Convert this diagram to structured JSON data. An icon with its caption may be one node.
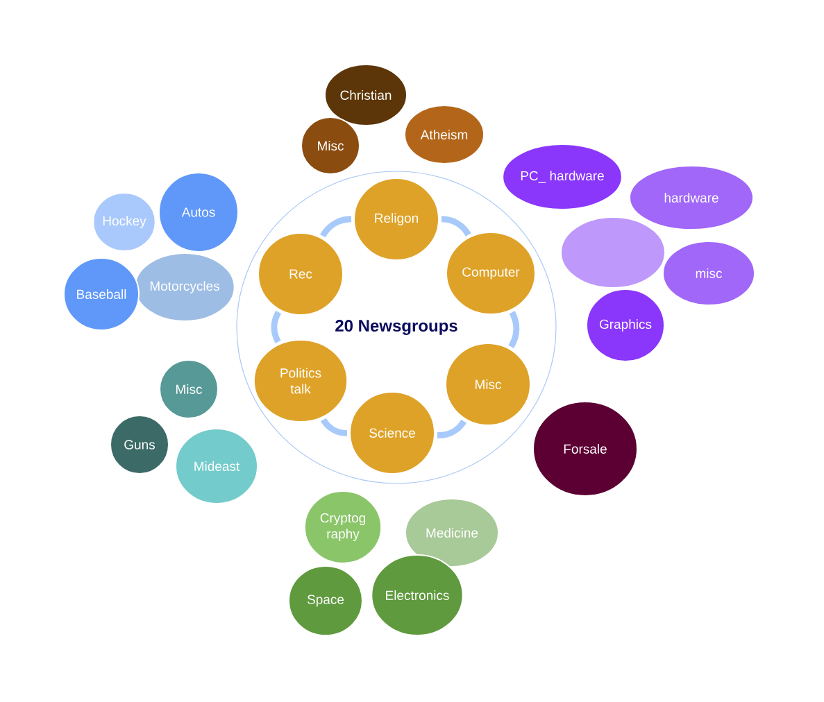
{
  "diagram": {
    "nodes": [
      {
        "text": [
          "20 Newsgroups"
        ]
      },
      {
        "text": [
          "Religon"
        ],
        "in": 0
      },
      {
        "text": [
          "Rec"
        ],
        "in": 0
      },
      {
        "text": [
          "Computer"
        ],
        "in": 0
      },
      {
        "text": [
          "Politics talk"
        ],
        "in": 0
      },
      {
        "text": [
          "Misc"
        ],
        "in": 0
      },
      {
        "text": [
          "Science"
        ],
        "in": 0
      },
      {
        "text": [
          "Christian"
        ]
      },
      {
        "text": [
          "Atheism"
        ]
      },
      {
        "text": [
          "Misc"
        ]
      },
      {
        "text": [
          "PC_ hardware"
        ]
      },
      {
        "text": [
          "hardware"
        ]
      },
      {
        "text": [
          "Autos"
        ]
      },
      {
        "text": [
          "Hockey"
        ]
      },
      {
        "text": [],
        "shape": "circle"
      },
      {
        "text": [
          "Motorcycles"
        ]
      },
      {
        "text": [
          "misc"
        ]
      },
      {
        "text": [
          "Baseball"
        ]
      },
      {
        "text": [
          "Graphics"
        ]
      },
      {
        "text": [
          "Misc"
        ]
      },
      {
        "text": [
          "Guns"
        ]
      },
      {
        "text": [
          "Forsale"
        ]
      },
      {
        "text": [
          "Mideast"
        ]
      },
      {
        "text": [
          "Cryptog raphy"
        ]
      },
      {
        "text": [
          "Medicine"
        ]
      },
      {
        "text": [
          "Electronics"
        ]
      },
      {
        "text": [
          "Space"
        ]
      }
    ],
    "edges": [
      {
        "from": 1,
        "to": 3,
        "arrow": "none"
      },
      {
        "from": 3,
        "to": 5,
        "arrow": "none"
      },
      {
        "from": 5,
        "to": 6,
        "arrow": "none"
      },
      {
        "from": 6,
        "to": 4,
        "arrow": "none"
      },
      {
        "from": 4,
        "to": 2,
        "arrow": "none"
      },
      {
        "from": 2,
        "to": 1,
        "arrow": "none"
      }
    ]
  }
}
